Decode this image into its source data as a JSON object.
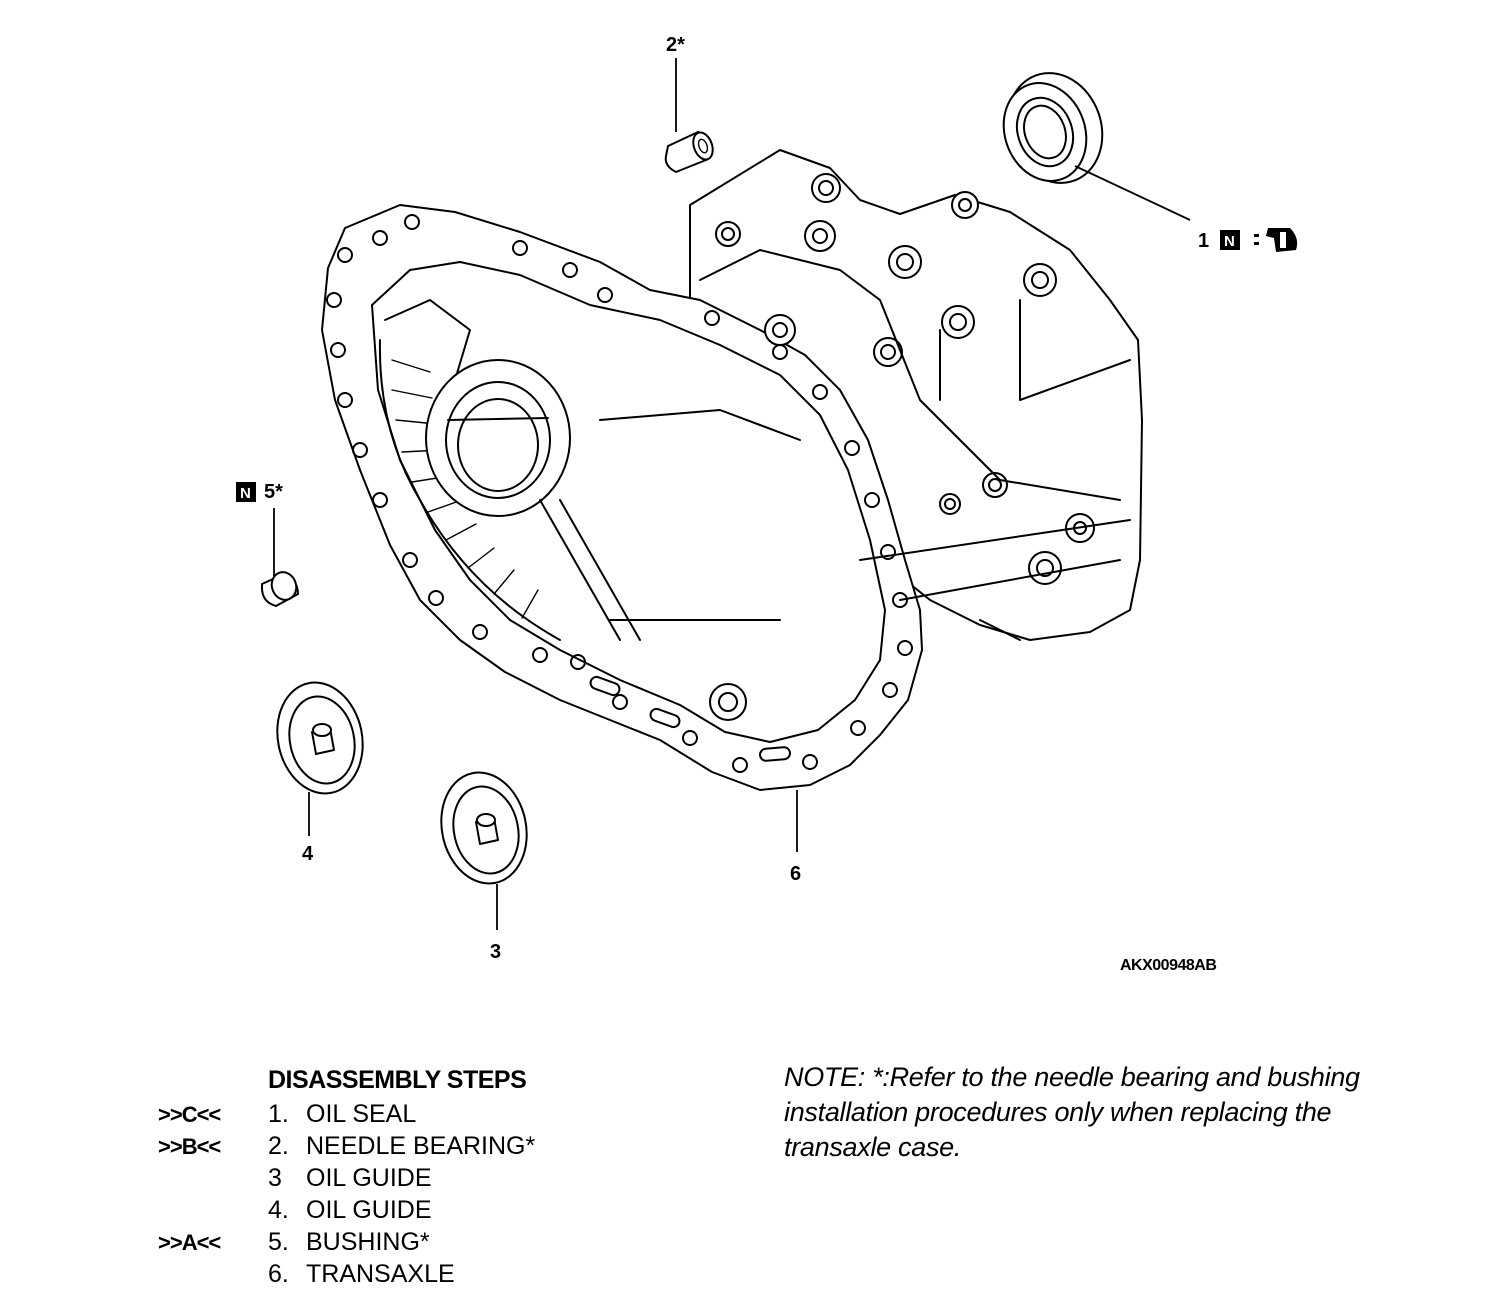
{
  "diagram": {
    "callouts": {
      "c1": "1",
      "c2": "2*",
      "c3": "3",
      "c4": "4",
      "c5": "5*",
      "c6": "6"
    },
    "new_part_badge": "N",
    "figure_code": "AKX00948AB"
  },
  "steps": {
    "title": "DISASSEMBLY STEPS",
    "items": [
      {
        "code": ">>C<<",
        "num": "1.",
        "label": "OIL SEAL"
      },
      {
        "code": ">>B<<",
        "num": "2.",
        "label": "NEEDLE BEARING*"
      },
      {
        "code": "",
        "num": "3",
        "label": "OIL GUIDE"
      },
      {
        "code": "",
        "num": "4.",
        "label": "OIL GUIDE"
      },
      {
        "code": ">>A<<",
        "num": "5.",
        "label": "BUSHING*"
      },
      {
        "code": "",
        "num": "6.",
        "label": "TRANSAXLE"
      }
    ]
  },
  "note": {
    "lines": [
      "NOTE: *:Refer to the needle bearing and bushing",
      "installation procedures only when replacing the",
      "transaxle case."
    ]
  }
}
